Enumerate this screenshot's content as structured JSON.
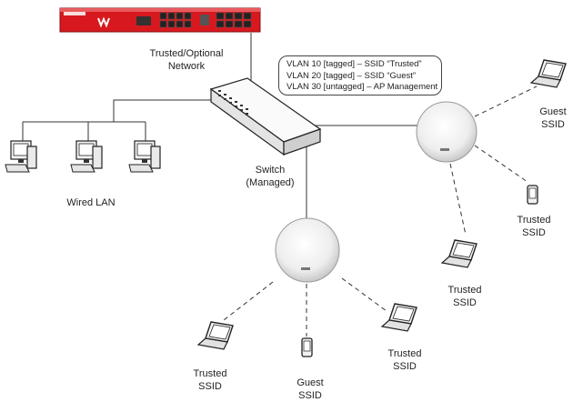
{
  "labels": {
    "firewall_network": [
      "Trusted/Optional",
      "Network"
    ],
    "switch": [
      "Switch",
      "(Managed)"
    ],
    "wired_lan": "Wired LAN",
    "ap_right_guest": [
      "Guest",
      "SSID"
    ],
    "ap_right_phone_trusted": [
      "Trusted",
      "SSID"
    ],
    "ap_right_laptop_trusted": [
      "Trusted",
      "SSID"
    ],
    "ap_bottom_laptop_trusted": [
      "Trusted",
      "SSID"
    ],
    "ap_bottom_phone_guest": [
      "Guest",
      "SSID"
    ],
    "ap_bottom_laptop_trusted_right": [
      "Trusted",
      "SSID"
    ]
  },
  "vlan_callout": [
    "VLAN 10 [tagged] – SSID “Trusted”",
    "VLAN 20 [tagged] – SSID “Guest”",
    "VLAN 30 [untagged] – AP Management"
  ],
  "colors": {
    "firewall": "#d7191f",
    "switch": "#f2f2f2",
    "line": "#333333"
  }
}
